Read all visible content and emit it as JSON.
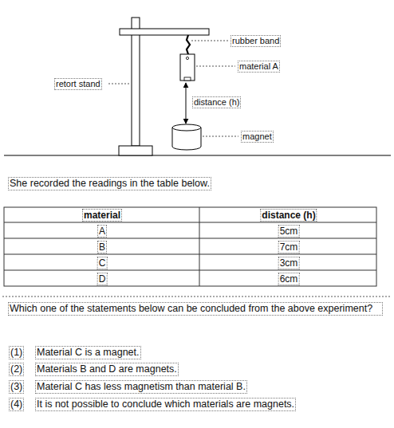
{
  "diagram": {
    "labels": [
      "rubber band",
      "material A",
      "retort stand",
      "distance (h)",
      "magnet",
      "She recorded the readings in the table below.",
      "material",
      "distance (h)",
      "A",
      "5cm",
      "B",
      "7cm",
      "C",
      "3cm",
      "D",
      "6cm",
      "Which one of the statements below can be concluded from the above experiment?",
      "(1)",
      "Material C is a magnet.",
      "(2)",
      "Materials B and D are magnets.",
      "(3)",
      "Material C has less magnetism than material B.",
      "(4)",
      "It is not possible to conclude which materials are magnets."
    ]
  }
}
